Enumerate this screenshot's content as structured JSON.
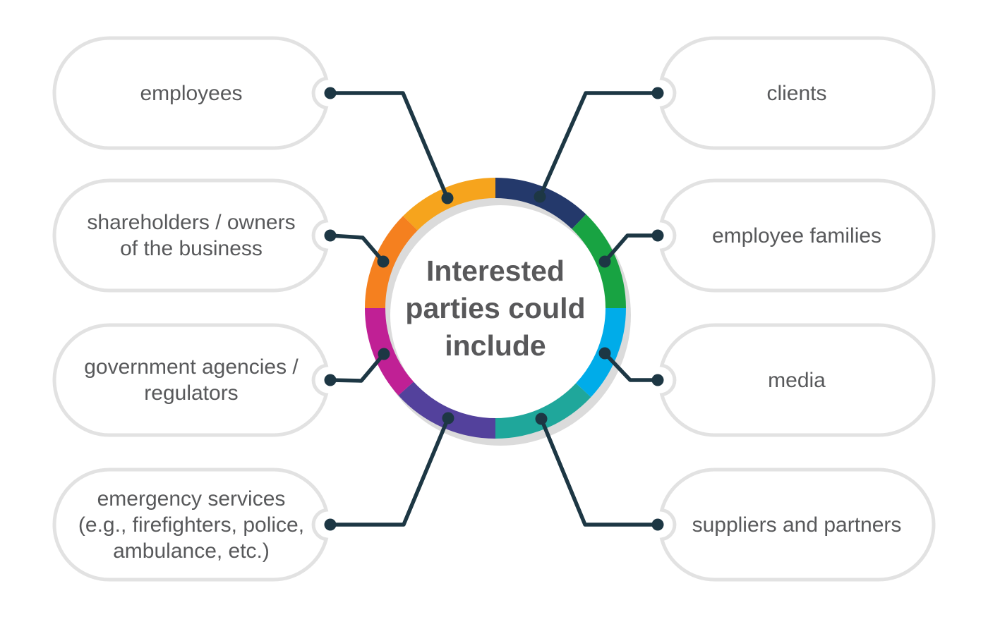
{
  "background": "#FFFFFF",
  "center": {
    "label": "Interested\nparties could\ninclude",
    "text_color": "#58585A"
  },
  "ring": {
    "shadow_color": "#DBDBDB",
    "segments": [
      {
        "name": "navy",
        "color": "#24396B"
      },
      {
        "name": "green",
        "color": "#18A342"
      },
      {
        "name": "cyan",
        "color": "#00ACE9"
      },
      {
        "name": "teal",
        "color": "#1FA79B"
      },
      {
        "name": "purple",
        "color": "#53419C"
      },
      {
        "name": "magenta",
        "color": "#C02095"
      },
      {
        "name": "orange",
        "color": "#F5801F"
      },
      {
        "name": "amber",
        "color": "#F6A41D"
      }
    ]
  },
  "connector": {
    "color": "#1D3744"
  },
  "pill": {
    "fill": "#FFFFFF",
    "border": "#E2E2E2",
    "text_color": "#58595B"
  },
  "nodes": {
    "left": [
      {
        "label": "employees"
      },
      {
        "label": "shareholders / owners\nof the business"
      },
      {
        "label": "government agencies /\nregulators"
      },
      {
        "label": "emergency services\n(e.g., firefighters, police,\nambulance, etc.)"
      }
    ],
    "right": [
      {
        "label": "clients"
      },
      {
        "label": "employee families"
      },
      {
        "label": "media"
      },
      {
        "label": "suppliers and partners"
      }
    ]
  }
}
